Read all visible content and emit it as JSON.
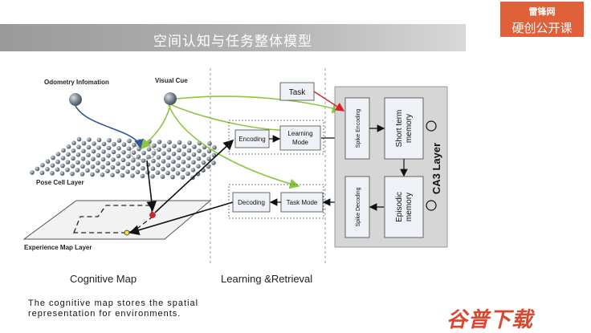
{
  "header": {
    "title": "空间认知与任务整体模型"
  },
  "logo": {
    "line1": "雷锋网",
    "line2": "硬创公开课"
  },
  "cognitive_map": {
    "odometry_label": "Odometry Infomation",
    "visual_cue_label": "Visual Cue",
    "pose_cell_label": "Pose Cell Layer",
    "experience_map_label": "Experience Map Layer",
    "section_label": "Cognitive Map"
  },
  "learning": {
    "encoding": "Encoding",
    "learning_mode_line1": "Learning",
    "learning_mode_line2": "Mode",
    "decoding": "Decoding",
    "task_mode": "Task Mode",
    "section_label": "Learning &Retrieval"
  },
  "ca3": {
    "task": "Task",
    "spike_encoding": "Spike Encoding",
    "short_term_line1": "Short term",
    "short_term_line2": "memory",
    "spike_decoding": "Spike Decoding",
    "episodic_line1": "Episodic",
    "episodic_line2": "memory",
    "layer_label": "CA3 Layer"
  },
  "note": "The cognitive map stores the spatial representation for environments.",
  "watermark": "谷普下载",
  "colors": {
    "arrow_green": "#8cc63f",
    "arrow_red": "#e02020",
    "arrow_blue": "#2f5597",
    "panel_gray": "#d6d6d6"
  }
}
